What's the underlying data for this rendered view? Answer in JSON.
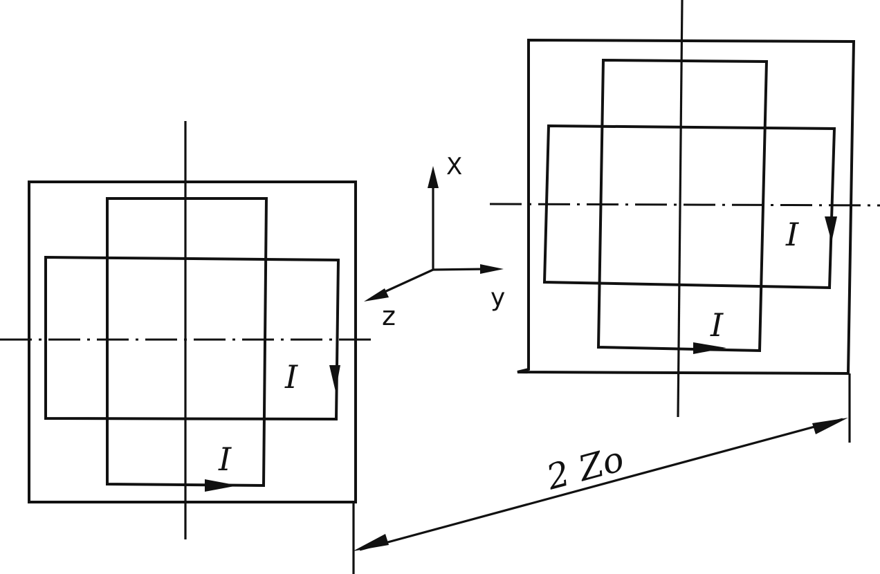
{
  "diagram": {
    "left_coil": {
      "current_label_side": "I",
      "current_label_bottom": "I"
    },
    "right_coil": {
      "current_label_side": "I",
      "current_label_bottom": "I"
    },
    "axes": {
      "x_label": "X",
      "y_label": "y",
      "z_label": "z"
    },
    "separation_label": "2 Zo"
  }
}
